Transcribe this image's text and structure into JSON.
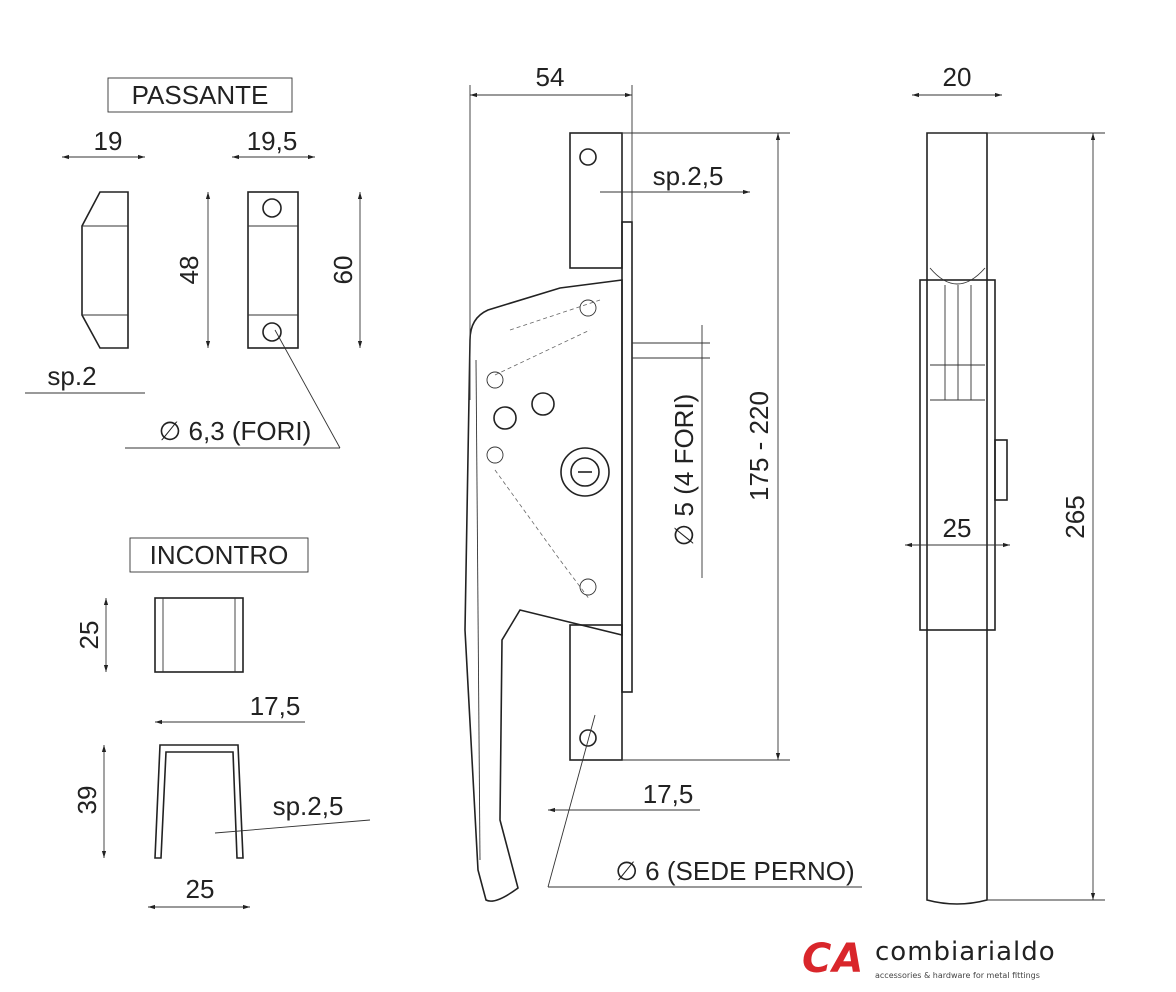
{
  "passante": {
    "title": "PASSANTE",
    "w1": "19",
    "w2": "19,5",
    "h48": "48",
    "h60": "60",
    "sp": "sp.2",
    "fori": "∅ 6,3 (FORI)"
  },
  "incontro": {
    "title": "INCONTRO",
    "h25": "25",
    "w175": "17,5",
    "h39": "39",
    "sp": "sp.2,5",
    "w25": "25"
  },
  "main": {
    "w54": "54",
    "sp": "sp.2,5",
    "fori4": "∅ 5 (4 FORI)",
    "range": "175 - 220",
    "w175": "17,5",
    "sede": "∅ 6 (SEDE PERNO)"
  },
  "side": {
    "w20": "20",
    "w25": "25",
    "h265": "265"
  },
  "logo": {
    "mark": "CA",
    "name": "combiarialdo",
    "tagline": "accessories & hardware for metal fittings",
    "color": "#d9262b"
  }
}
